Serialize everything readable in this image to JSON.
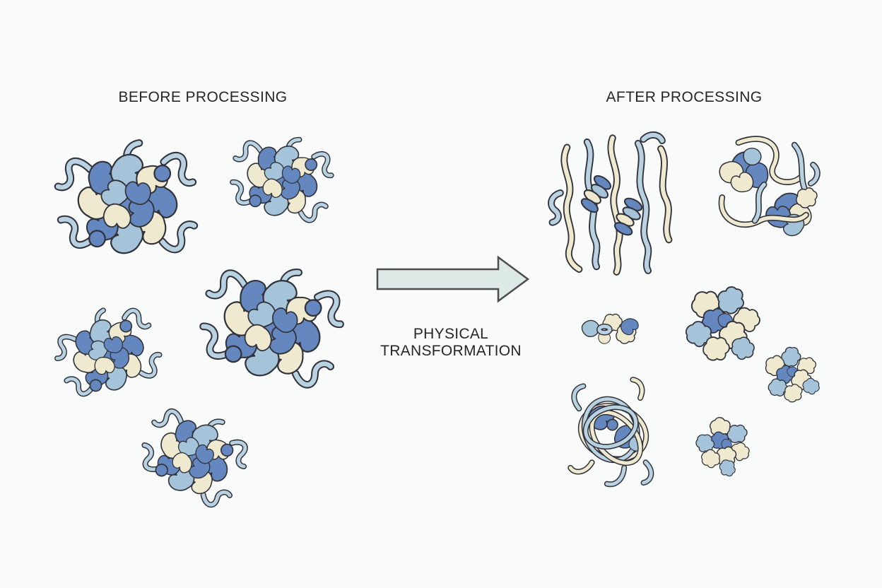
{
  "diagram": {
    "before": {
      "title": "BEFORE PROCESSING",
      "folded_protein_count": 5
    },
    "after": {
      "title": "AFTER PROCESSING",
      "shape_count": 7
    },
    "transformation": {
      "label_line1": "PHYSICAL",
      "label_line2": "TRANSFORMATION"
    }
  },
  "palette": {
    "background": "#f9fafa",
    "text": "#262626",
    "outline": "#32323a",
    "protein_blue": "#6487bf",
    "protein_light_blue": "#a5c4da",
    "strand_pale_blue": "#b9d2e2",
    "protein_cream": "#efeacf",
    "arrow_fill": "#dde9e6",
    "arrow_outline": "#4d4d4d"
  }
}
